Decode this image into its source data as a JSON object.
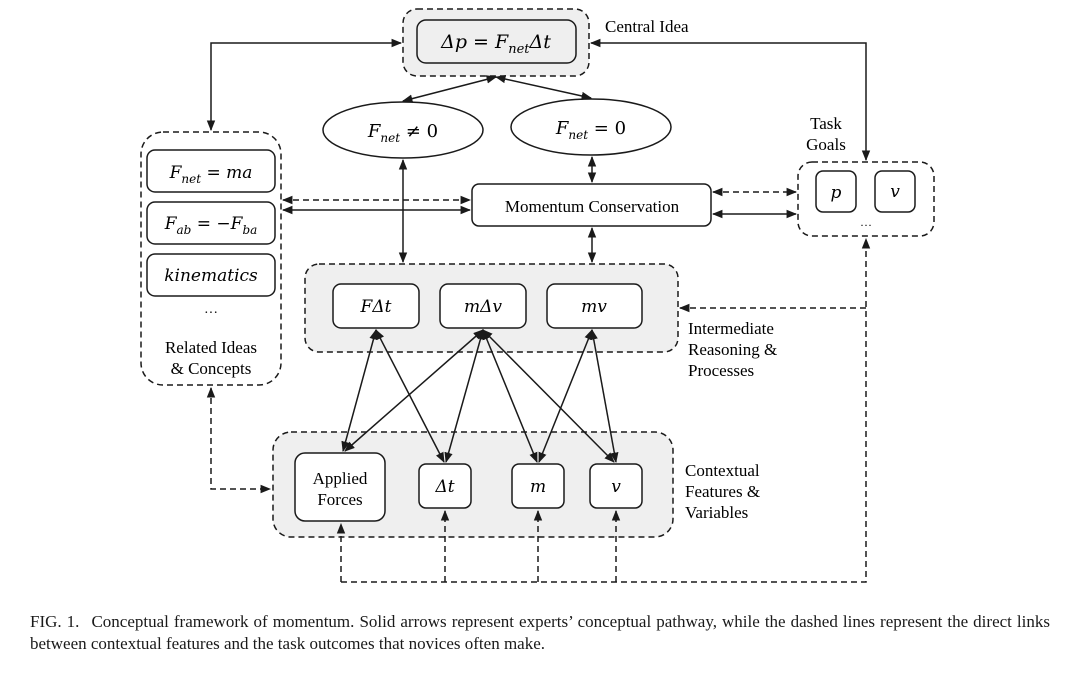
{
  "diagram": {
    "central_idea": {
      "label": "Central Idea",
      "equation": "Δp = F",
      "equation_sub": "net",
      "equation_tail": "Δt"
    },
    "conditions": [
      {
        "main": "F",
        "sub": "net",
        "rest": " ≠ 0"
      },
      {
        "main": "F",
        "sub": "net",
        "rest": " = 0"
      }
    ],
    "momentum_conservation": "Momentum Conservation",
    "related_ideas": {
      "items": [
        {
          "main": "F",
          "sub": "net",
          "rest": " = ma",
          "sub2": "",
          "rest2": ""
        },
        {
          "main": "F",
          "sub": "ab",
          "rest": " = −F",
          "sub2": "ba",
          "rest2": ""
        },
        {
          "main": "kinematics",
          "sub": "",
          "rest": "",
          "sub2": "",
          "rest2": ""
        }
      ],
      "ellipsis": "···",
      "label_line1": "Related Ideas",
      "label_line2": "& Concepts"
    },
    "task_goals": {
      "label_line1": "Task",
      "label_line2": "Goals",
      "items": [
        "p",
        "v"
      ],
      "ellipsis": "···"
    },
    "intermediate": {
      "items": [
        "FΔt",
        "mΔv",
        "mv"
      ],
      "label_line1": "Intermediate",
      "label_line2": "Reasoning &",
      "label_line3": "Processes"
    },
    "contextual": {
      "applied_forces_line1": "Applied",
      "applied_forces_line2": "Forces",
      "items": [
        "Δt",
        "m",
        "v"
      ],
      "label_line1": "Contextual",
      "label_line2": "Features &",
      "label_line3": "Variables"
    },
    "links": {
      "solid": [
        [
          "intermediate.FΔt",
          "contextual.Applied Forces"
        ],
        [
          "intermediate.FΔt",
          "contextual.Δt"
        ],
        [
          "intermediate.mΔv",
          "contextual.Applied Forces"
        ],
        [
          "intermediate.mΔv",
          "contextual.Δt"
        ],
        [
          "intermediate.mΔv",
          "contextual.m"
        ],
        [
          "intermediate.mΔv",
          "contextual.v"
        ],
        [
          "intermediate.mv",
          "contextual.m"
        ],
        [
          "intermediate.mv",
          "contextual.v"
        ],
        [
          "central_idea",
          "F_net≠0"
        ],
        [
          "central_idea",
          "F_net=0"
        ],
        [
          "F_net≠0",
          "intermediate"
        ],
        [
          "F_net=0",
          "momentum_conservation"
        ],
        [
          "momentum_conservation",
          "intermediate"
        ],
        [
          "momentum_conservation",
          "related_ideas"
        ],
        [
          "momentum_conservation",
          "task_goals"
        ],
        [
          "related_ideas",
          "central_idea"
        ],
        [
          "task_goals",
          "central_idea"
        ]
      ],
      "dashed": [
        [
          "momentum_conservation",
          "related_ideas"
        ],
        [
          "momentum_conservation",
          "task_goals"
        ],
        [
          "related_ideas",
          "contextual"
        ],
        [
          "contextual",
          "task_goals"
        ],
        [
          "contextual",
          "intermediate"
        ]
      ]
    }
  },
  "caption": {
    "fig_number": "FIG. 1.",
    "text": "Conceptual framework of momentum. Solid arrows represent experts’ conceptual pathway, while the dashed lines represent the direct links between contextual features and the task outcomes that novices often make."
  },
  "colors": {
    "stroke": "#1a1a1a",
    "group_fill": "#efefef",
    "box_fill": "#ffffff"
  }
}
